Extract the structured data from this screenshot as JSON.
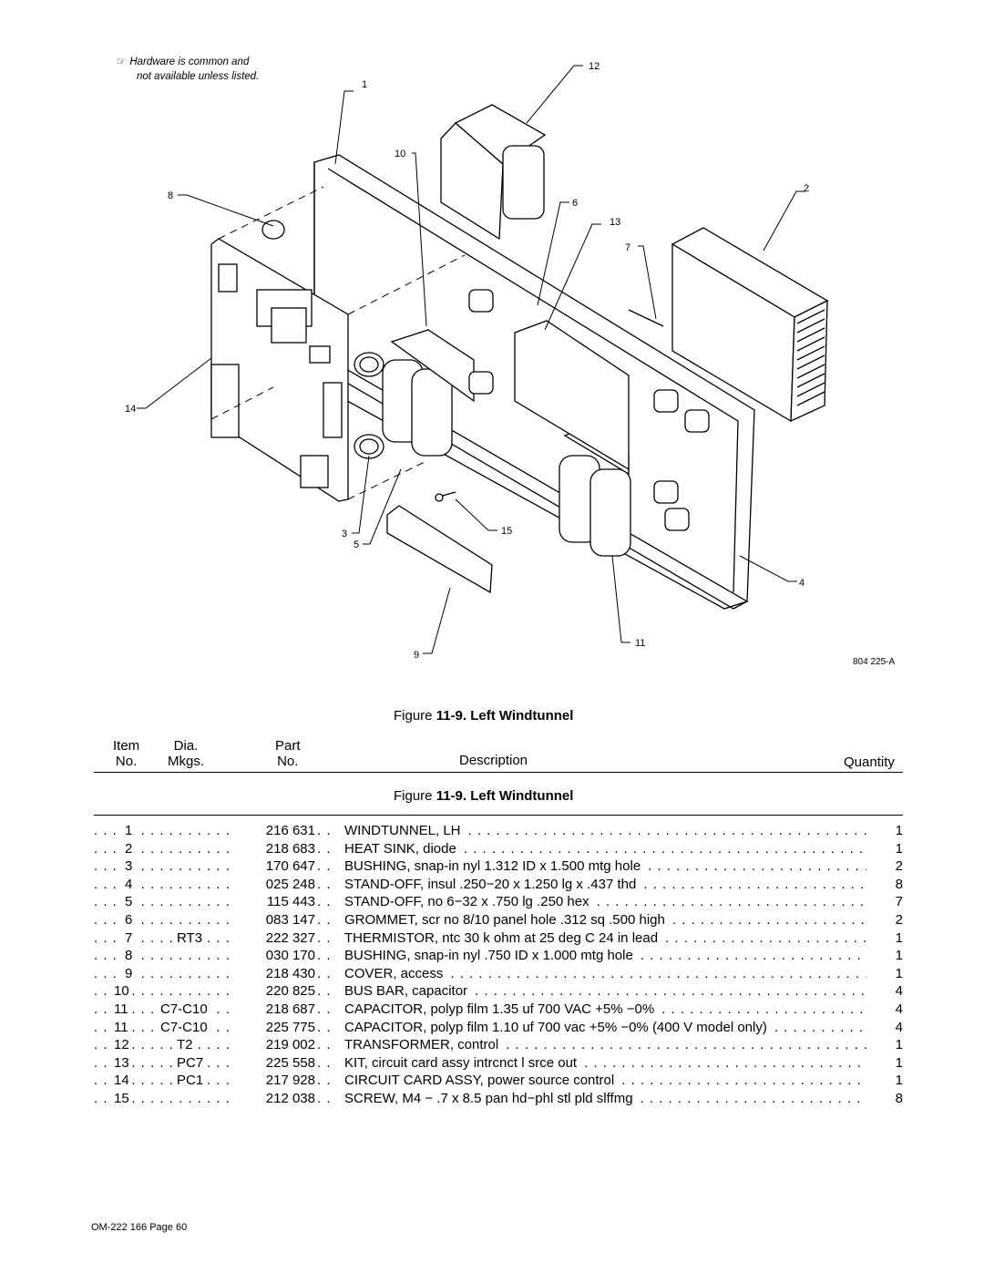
{
  "note": {
    "line1": "Hardware is common and",
    "line2": "not available unless listed."
  },
  "drawing_id": "804 225-A",
  "callouts": [
    "1",
    "2",
    "3",
    "4",
    "5",
    "6",
    "7",
    "8",
    "9",
    "10",
    "11",
    "12",
    "13",
    "14",
    "15"
  ],
  "figure_title": "Figure 11-9. Left Windtunnel",
  "figure_label": "Figure",
  "figure_number": "11-9. Left Windtunnel",
  "columns": {
    "item": {
      "line1": "Item",
      "line2": "No."
    },
    "dia": {
      "line1": "Dia.",
      "line2": "Mkgs."
    },
    "part": {
      "line1": "Part",
      "line2": "No."
    },
    "description": "Description",
    "quantity": "Quantity"
  },
  "parts": [
    {
      "item": "1",
      "dia": "",
      "part": "216 631",
      "description": "WINDTUNNEL, LH",
      "qty": "1"
    },
    {
      "item": "2",
      "dia": "",
      "part": "218 683",
      "description": "HEAT SINK, diode",
      "qty": "1"
    },
    {
      "item": "3",
      "dia": "",
      "part": "170 647",
      "description": "BUSHING, snap-in nyl 1.312 ID x 1.500 mtg hole",
      "qty": "2"
    },
    {
      "item": "4",
      "dia": "",
      "part": "025 248",
      "description": "STAND-OFF, insul .250−20 x 1.250 lg x .437 thd",
      "qty": "8"
    },
    {
      "item": "5",
      "dia": "",
      "part": "115 443",
      "description": "STAND-OFF, no 6−32 x .750 lg .250 hex",
      "qty": "7"
    },
    {
      "item": "6",
      "dia": "",
      "part": "083 147",
      "description": "GROMMET, scr no 8/10 panel hole .312 sq .500 high",
      "qty": "2"
    },
    {
      "item": "7",
      "dia": "RT3",
      "part": "222 327",
      "description": "THERMISTOR, ntc 30 k ohm at 25 deg C 24 in lead",
      "qty": "1"
    },
    {
      "item": "8",
      "dia": "",
      "part": "030 170",
      "description": "BUSHING, snap-in nyl .750 ID x 1.000 mtg hole",
      "qty": "1"
    },
    {
      "item": "9",
      "dia": "",
      "part": "218 430",
      "description": "COVER, access",
      "qty": "1"
    },
    {
      "item": "10",
      "dia": "",
      "part": "220 825",
      "description": "BUS BAR, capacitor",
      "qty": "4"
    },
    {
      "item": "11",
      "dia": "C7-C10",
      "part": "218 687",
      "description": "CAPACITOR, polyp film 1.35 uf 700 VAC +5% −0%",
      "qty": "4"
    },
    {
      "item": "11",
      "dia": "C7-C10",
      "part": "225 775",
      "description": "CAPACITOR, polyp film 1.10   uf 700 vac +5% −0% (400 V model only)",
      "qty": "4"
    },
    {
      "item": "12",
      "dia": "T2",
      "part": "219 002",
      "description": "TRANSFORMER, control",
      "qty": "1"
    },
    {
      "item": "13",
      "dia": "PC7",
      "part": "225 558",
      "description": "KIT, circuit card assy intrcnct l srce out",
      "qty": "1"
    },
    {
      "item": "14",
      "dia": "PC1",
      "part": "217 928",
      "description": "CIRCUIT CARD ASSY, power source control",
      "qty": "1"
    },
    {
      "item": "15",
      "dia": "",
      "part": "212 038",
      "description": "SCREW, M4 − .7 x 8.5 pan hd−phl stl pld slffmg",
      "qty": "8"
    }
  ],
  "footer": "OM-222 166 Page 60"
}
